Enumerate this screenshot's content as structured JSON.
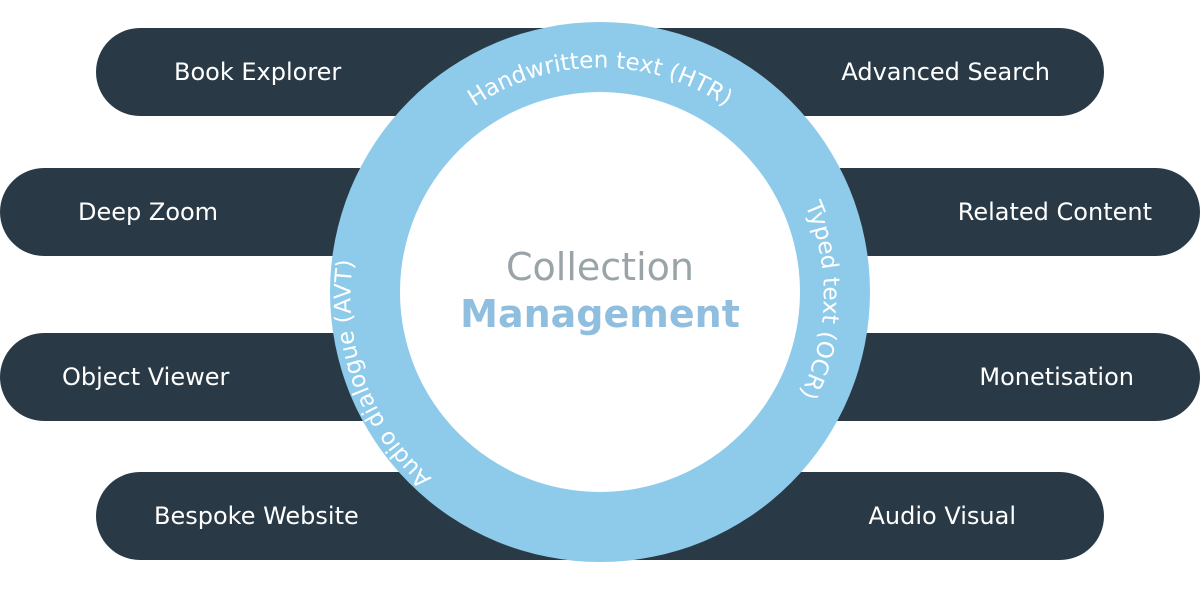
{
  "colors": {
    "pill_background": "#293a46",
    "ring": "#8ecbeb",
    "center_gray": "#9aa3a8",
    "center_blue": "#8fbedf"
  },
  "features": {
    "left": [
      {
        "label": "Book Explorer"
      },
      {
        "label": "Deep Zoom"
      },
      {
        "label": "Object Viewer"
      },
      {
        "label": "Bespoke Website"
      }
    ],
    "right": [
      {
        "label": "Advanced Search"
      },
      {
        "label": "Related Content"
      },
      {
        "label": "Monetisation"
      },
      {
        "label": "Audio Visual"
      }
    ]
  },
  "ring": {
    "top": "Handwritten text (HTR)",
    "right": "Typed text (OCR)",
    "left": "Audio dialogue (AVT)"
  },
  "center": {
    "line1": "Collection",
    "line2": "Management"
  }
}
